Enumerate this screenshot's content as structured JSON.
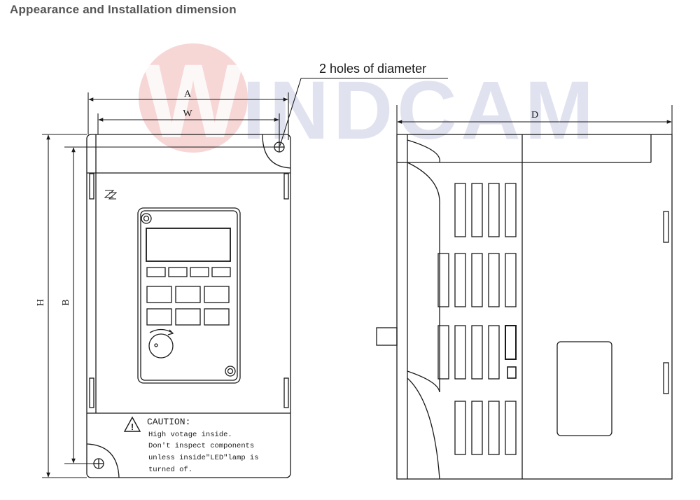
{
  "page": {
    "title": "Appearance and Installation dimension"
  },
  "watermark": {
    "text": "WINDCAM",
    "accent_color": "#e63a3a",
    "letter_color": "#bfc4de"
  },
  "annotations": {
    "holes_callout": "2 holes of diameter"
  },
  "front_view": {
    "dimensions": {
      "a": "A",
      "w": "W",
      "h": "H",
      "b": "B"
    },
    "caution_label": {
      "symbol": "!",
      "title": "CAUTION:",
      "lines": [
        "High votage inside.",
        "Don't inspect components",
        "unless inside\"LED\"lamp is",
        "turned of."
      ]
    }
  },
  "side_view": {
    "dimensions": {
      "d": "D"
    }
  },
  "colors": {
    "line": "#1a1a1a",
    "title": "#555555"
  }
}
